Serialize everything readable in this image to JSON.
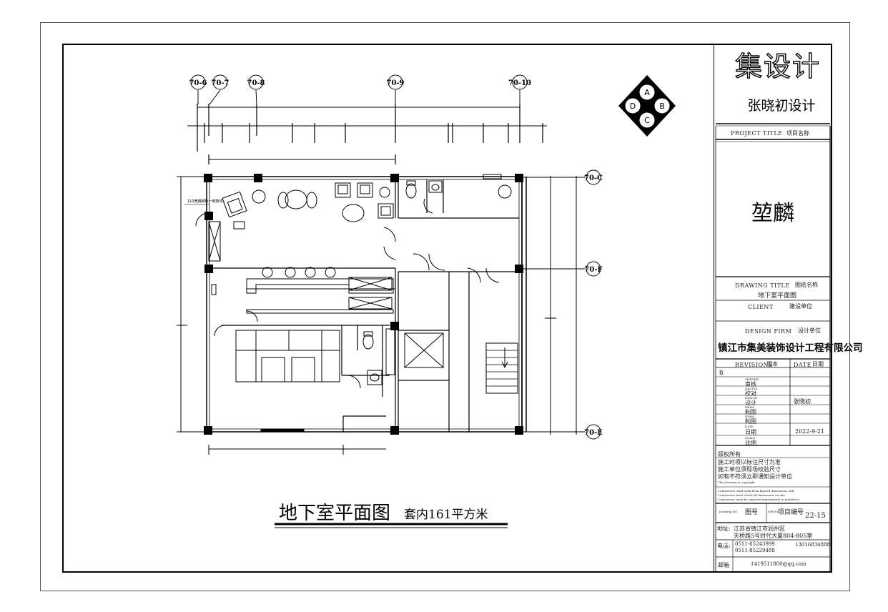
{
  "title_block": {
    "logo_cn": "集设计",
    "studio_name": "张晓初设计",
    "project_title_en": "PROJECT TITLE",
    "project_title_cn": "项目名称",
    "project_name": "堃麟",
    "drawing_title_en": "DRAWING TITLE",
    "drawing_title_cn": "图纸名称",
    "drawing_name": "地下室平面图",
    "client_en": "CLIENT",
    "client_cn": "建设单位",
    "design_firm_en": "DESIGN FIRM",
    "design_firm_cn": "设计单位",
    "design_firm_name": "镇江市集美装饰设计工程有限公司",
    "revisions_en": "REVISIONS",
    "revisions_cn": "版本",
    "date_en": "DATE",
    "date_cn": "日期",
    "revision_mark": "B",
    "rows": [
      {
        "en": "SHENHE",
        "label": "审核",
        "value": ""
      },
      {
        "en": "JIAODUI",
        "label": "校对",
        "value": ""
      },
      {
        "en": "DESIGN",
        "label": "设计",
        "value": "张晓初"
      },
      {
        "en": "DRAW",
        "label": "制图",
        "value": ""
      },
      {
        "en": "DRAW",
        "label": "制图",
        "value": ""
      },
      {
        "en": "DATE",
        "label": "日期",
        "value": "2022-9-21"
      },
      {
        "en": "SCALE",
        "label": "比例",
        "value": ""
      }
    ],
    "notes": [
      "版权所有",
      "施工时须以标注尺寸为准",
      "施工单位须现场校验尺寸",
      "如有不符须立即通知设计单位"
    ],
    "notes_en": [
      "This drawing is copyright",
      "Contractors shall work from figured dimensions only",
      "Contractors must check all dimensions on site",
      "Contractors must be reported immediately to architects"
    ],
    "drawing_no_en": "Drawing NO",
    "drawing_no_cn": "图号",
    "job_no_en": "JOB NO",
    "job_no_cn": "项目编号",
    "job_no": "22-15",
    "address_label": "地址:",
    "address_line1": "江苏省镇江市润州区",
    "address_line2": "天桥路5号时代大厦804-805室",
    "phone_label": "电话:",
    "phone1": "0511-85243999",
    "phone2": "0511-85229488",
    "mobile": "13016834888",
    "email_label": "邮箱",
    "email": "1419511800@qq.com"
  },
  "plan": {
    "caption_main": "地下室平面图",
    "caption_sub": "套内161平方米",
    "grid_top": [
      "70-6",
      "70-7",
      "70-8",
      "70-9",
      "70-10"
    ],
    "grid_right": [
      "70-C",
      "70-F",
      "70-E"
    ],
    "compass": [
      "A",
      "B",
      "C",
      "D"
    ],
    "side_note": "110宽踢脚板一侧放线"
  }
}
